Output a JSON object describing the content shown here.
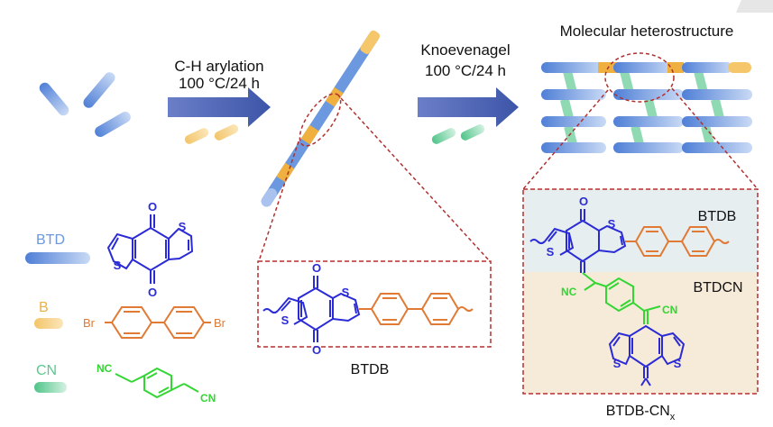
{
  "step1": {
    "line1": "C-H arylation",
    "line2": "100 °C/24 h"
  },
  "step2": {
    "line1": "Knoevenagel",
    "line2": "100 °C/24 h"
  },
  "heterostructure_title": "Molecular heterostructure",
  "legend": [
    {
      "name": "BTD",
      "color": "#5b8fdd"
    },
    {
      "name": "B",
      "color": "#f0b040"
    },
    {
      "name": "CN",
      "color": "#5cc88e"
    }
  ],
  "polymer_label": "BTDB",
  "detail_labels": {
    "top": "BTDB",
    "bottom": "BTDCN"
  },
  "product_label": {
    "main": "BTDB-CN",
    "subscript": "x"
  },
  "atoms": {
    "oxygen": "O",
    "sulfur": "S",
    "bromine": "Br",
    "nitrile": "NC",
    "nitrile_r": "CN"
  },
  "colors": {
    "btd_struct": "#2b2bd6",
    "b_struct": "#e07a35",
    "cn_struct": "#33d633",
    "frame": "#b03030",
    "arrow": "#4a5fb0",
    "detail_top_bg": "#e6eef0",
    "detail_bottom_bg": "#f6ead8"
  }
}
